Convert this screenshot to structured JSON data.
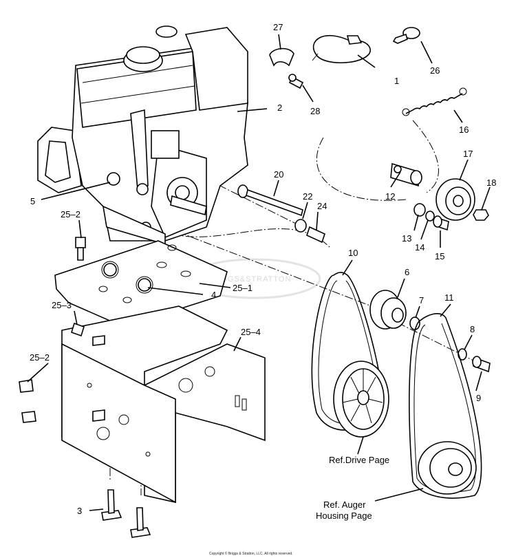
{
  "watermark": "BRIGGS&STRATTON",
  "copyright": "Copyright © Briggs & Stratton, LLC. All rights reserved.",
  "labels": {
    "p1": "1",
    "p2": "2",
    "p3": "3",
    "p4": "4",
    "p5": "5",
    "p6": "6",
    "p7": "7",
    "p8": "8",
    "p9": "9",
    "p10": "10",
    "p11": "11",
    "p12": "12",
    "p13": "13",
    "p14": "14",
    "p15": "15",
    "p16": "16",
    "p17": "17",
    "p18": "18",
    "p20": "20",
    "p22": "22",
    "p24": "24",
    "p26": "26",
    "p27": "27",
    "p28": "28",
    "p25_1": "25–1",
    "p25_2a": "25–2",
    "p25_2b": "25–2",
    "p25_3": "25–3",
    "p25_4": "25–4"
  },
  "refs": {
    "drive": "Ref.Drive Page",
    "auger_line1": "Ref. Auger",
    "auger_line2": "Housing Page"
  }
}
